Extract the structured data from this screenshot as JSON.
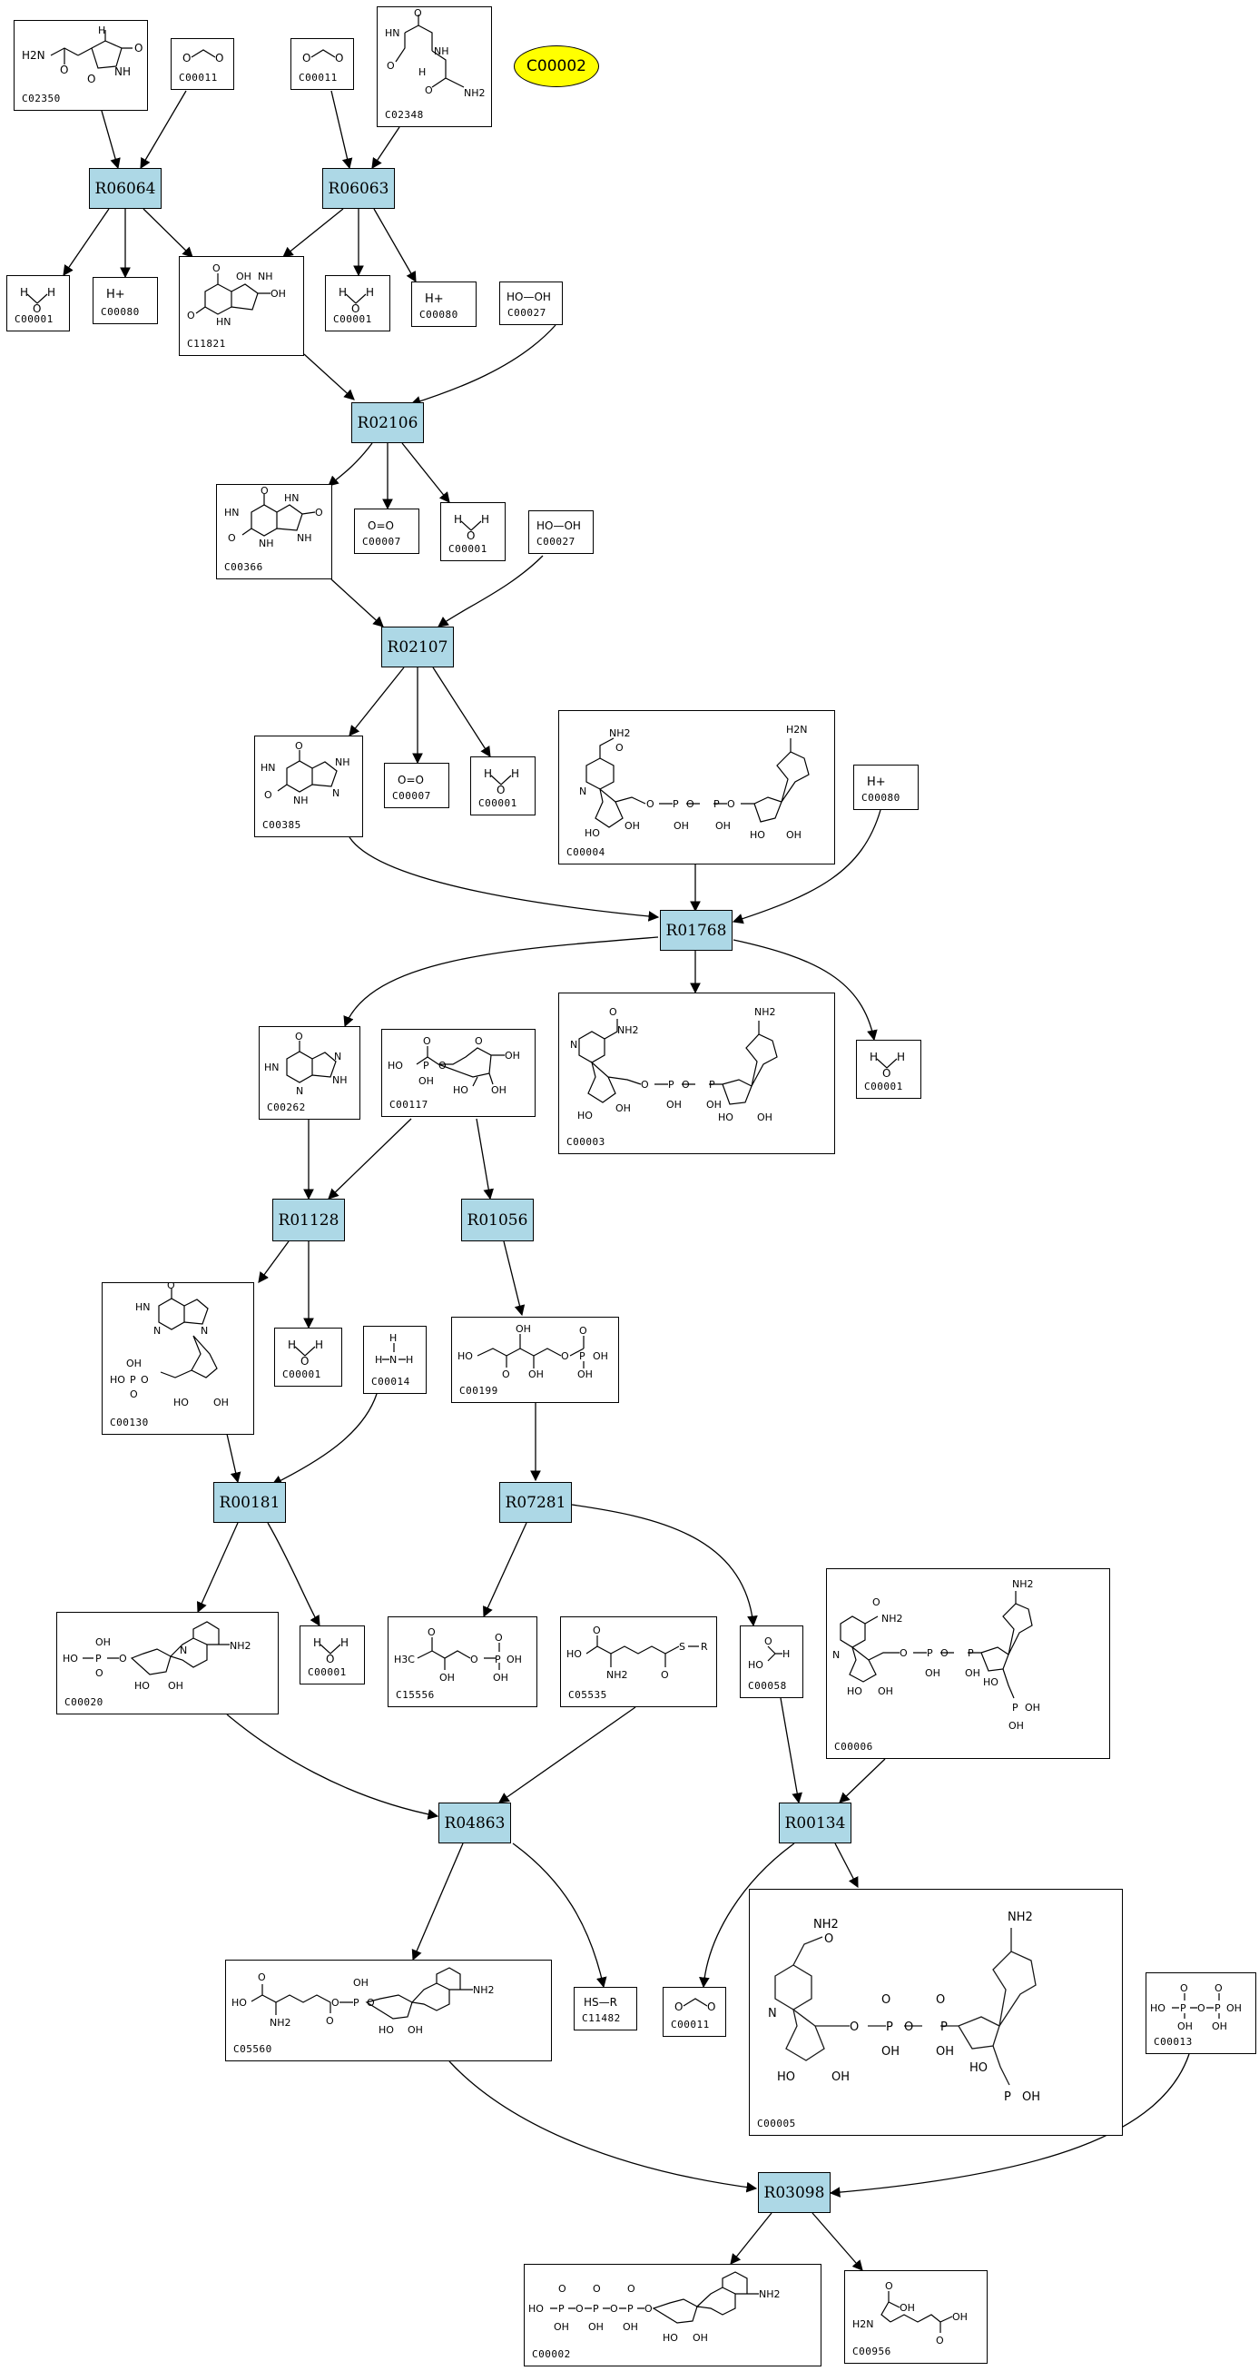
{
  "reactions": {
    "R06064": "R06064",
    "R06063": "R06063",
    "R02106": "R02106",
    "R02107": "R02107",
    "R01768": "R01768",
    "R01128": "R01128",
    "R01056": "R01056",
    "R00181": "R00181",
    "R07281": "R07281",
    "R04863": "R04863",
    "R00134": "R00134",
    "R03098": "R03098"
  },
  "highlight": {
    "label": "C00002",
    "color": "#ffff00"
  },
  "compounds": {
    "c02350": {
      "id": "C02350",
      "formula": ""
    },
    "c00011a": {
      "id": "C00011",
      "formula": "O=C=O"
    },
    "c00011b": {
      "id": "C00011",
      "formula": "O=C=O"
    },
    "c02348": {
      "id": "C02348",
      "formula": ""
    },
    "c00001a": {
      "id": "C00001",
      "formula": "H2O"
    },
    "c00080a": {
      "id": "C00080",
      "formula": "H+"
    },
    "c11821": {
      "id": "C11821",
      "formula": ""
    },
    "c00001b": {
      "id": "C00001",
      "formula": "H2O"
    },
    "c00080b": {
      "id": "C00080",
      "formula": "H+"
    },
    "c00027a": {
      "id": "C00027",
      "formula": "HO-OH"
    },
    "c00366": {
      "id": "C00366",
      "formula": ""
    },
    "c00007a": {
      "id": "C00007",
      "formula": "O=O"
    },
    "c00001c": {
      "id": "C00001",
      "formula": "H2O"
    },
    "c00027b": {
      "id": "C00027",
      "formula": "HO-OH"
    },
    "c00385": {
      "id": "C00385",
      "formula": ""
    },
    "c00007b": {
      "id": "C00007",
      "formula": "O=O"
    },
    "c00001d": {
      "id": "C00001",
      "formula": "H2O"
    },
    "c00004": {
      "id": "C00004",
      "formula": ""
    },
    "c00080c": {
      "id": "C00080",
      "formula": "H+"
    },
    "c00262": {
      "id": "C00262",
      "formula": ""
    },
    "c00117": {
      "id": "C00117",
      "formula": ""
    },
    "c00003": {
      "id": "C00003",
      "formula": ""
    },
    "c00001e": {
      "id": "C00001",
      "formula": "H2O"
    },
    "c00130": {
      "id": "C00130",
      "formula": ""
    },
    "c00001f": {
      "id": "C00001",
      "formula": "H2O"
    },
    "c00014": {
      "id": "C00014",
      "formula": "NH3"
    },
    "c00199": {
      "id": "C00199",
      "formula": ""
    },
    "c00020": {
      "id": "C00020",
      "formula": ""
    },
    "c00001g": {
      "id": "C00001",
      "formula": "H2O"
    },
    "c15556": {
      "id": "C15556",
      "formula": ""
    },
    "c05535": {
      "id": "C05535",
      "formula": ""
    },
    "c00058": {
      "id": "C00058",
      "formula": ""
    },
    "c00006": {
      "id": "C00006",
      "formula": ""
    },
    "c05560": {
      "id": "C05560",
      "formula": ""
    },
    "c11482": {
      "id": "C11482",
      "formula": "HS-R"
    },
    "c00011c": {
      "id": "C00011",
      "formula": "O=C=O"
    },
    "c00005": {
      "id": "C00005",
      "formula": ""
    },
    "c00013": {
      "id": "C00013",
      "formula": ""
    },
    "c00002": {
      "id": "C00002",
      "formula": ""
    },
    "c00956": {
      "id": "C00956",
      "formula": ""
    }
  },
  "atoms": {
    "h": "H",
    "o": "O",
    "oh": "OH",
    "ho": "HO",
    "nh": "NH",
    "hn": "HN",
    "n": "N",
    "nh2": "NH2",
    "h2n": "H2N",
    "oeqo": "O=O",
    "hooh": "HO—OH",
    "hplus": "H+",
    "p": "P",
    "s": "S",
    "r": "R",
    "h3c": "H3C",
    "hsr": "HS—R",
    "c": "C"
  },
  "colors": {
    "reaction_fill": "#add8e6",
    "border": "#000000",
    "background": "#ffffff"
  }
}
